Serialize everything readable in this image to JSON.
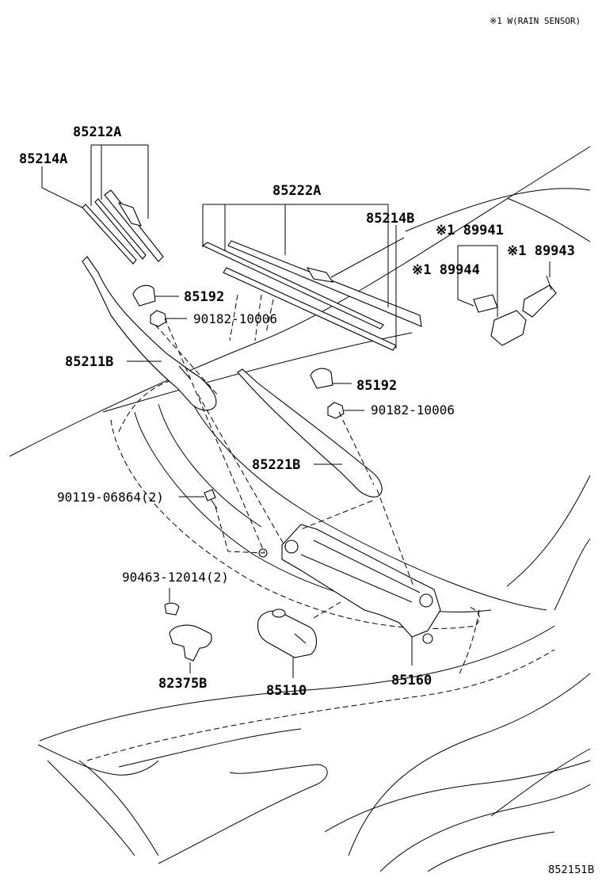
{
  "note": "※1 W(RAIN SENSOR)",
  "diagram_code": "852151B",
  "labels": {
    "p85212A": "85212A",
    "p85214A": "85214A",
    "p85222A": "85222A",
    "p85214B": "85214B",
    "p89941": "※1 89941",
    "p89944": "※1 89944",
    "p89943": "※1 89943",
    "p85192a": "85192",
    "p90182a": "90182-10006",
    "p85211B": "85211B",
    "p85192b": "85192",
    "p90182b": "90182-10006",
    "p85221B": "85221B",
    "p90119": "90119-06864(2)",
    "p90463": "90463-12014(2)",
    "p82375B": "82375B",
    "p85110": "85110",
    "p85160": "85160"
  }
}
